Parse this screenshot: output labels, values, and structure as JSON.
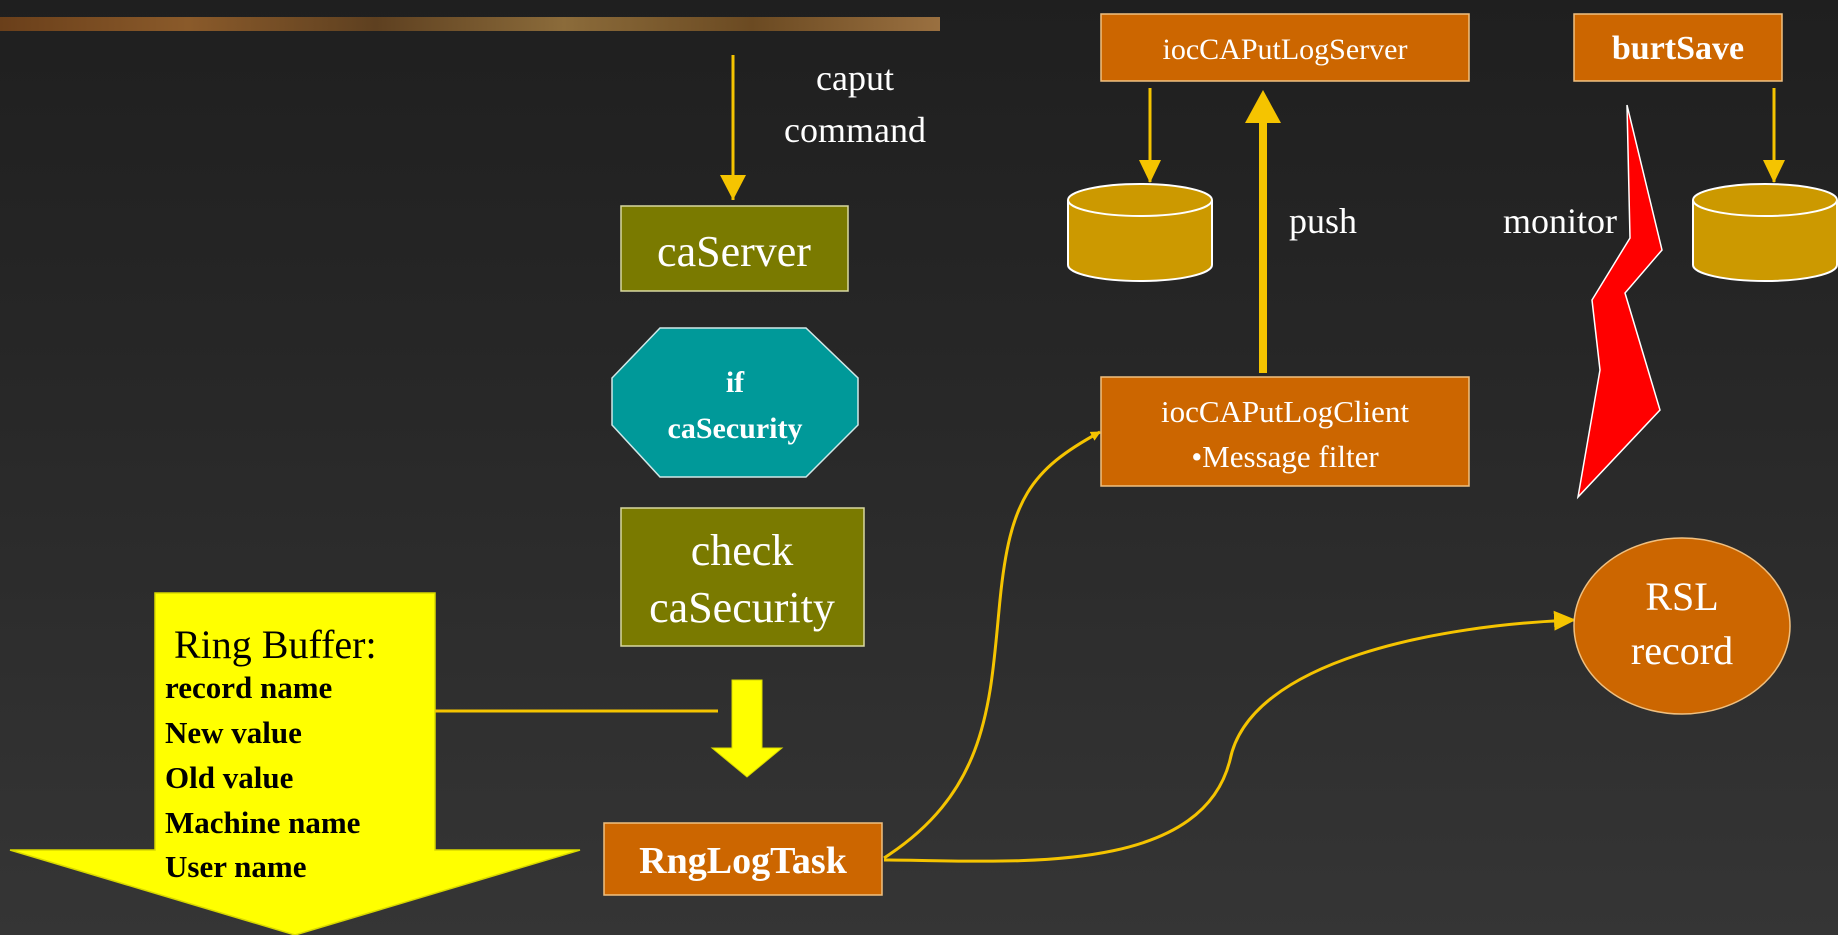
{
  "caput_label": {
    "line1": "caput",
    "line2": "command"
  },
  "ca_server": {
    "label": "caServer"
  },
  "if_casecurity": {
    "line1": "if",
    "line2": "caSecurity"
  },
  "check_casecurity": {
    "line1": "check",
    "line2": "caSecurity"
  },
  "ring_buffer": {
    "title": "Ring Buffer:",
    "fields": [
      "record name",
      "New value",
      "Old value",
      "Machine name",
      "User name"
    ]
  },
  "rng_log_task": {
    "label": "RngLogTask"
  },
  "ioc_putlog_server": {
    "label": "iocCAPutLogServer"
  },
  "ioc_putlog_client": {
    "line1": "iocCAPutLogClient",
    "line2": "•Message filter"
  },
  "push_label": "push",
  "monitor_label": "monitor",
  "burt_save": {
    "label": "burtSave"
  },
  "rsl_record": {
    "line1": "RSL",
    "line2": "record"
  },
  "colors": {
    "arrow": "#f5c400",
    "olive_box": "#7a7a00",
    "orange_box": "#cc6600",
    "teal": "#009999",
    "yellow": "#ffff00",
    "cylinder": "#cc9900",
    "bolt": "#ff0000"
  }
}
